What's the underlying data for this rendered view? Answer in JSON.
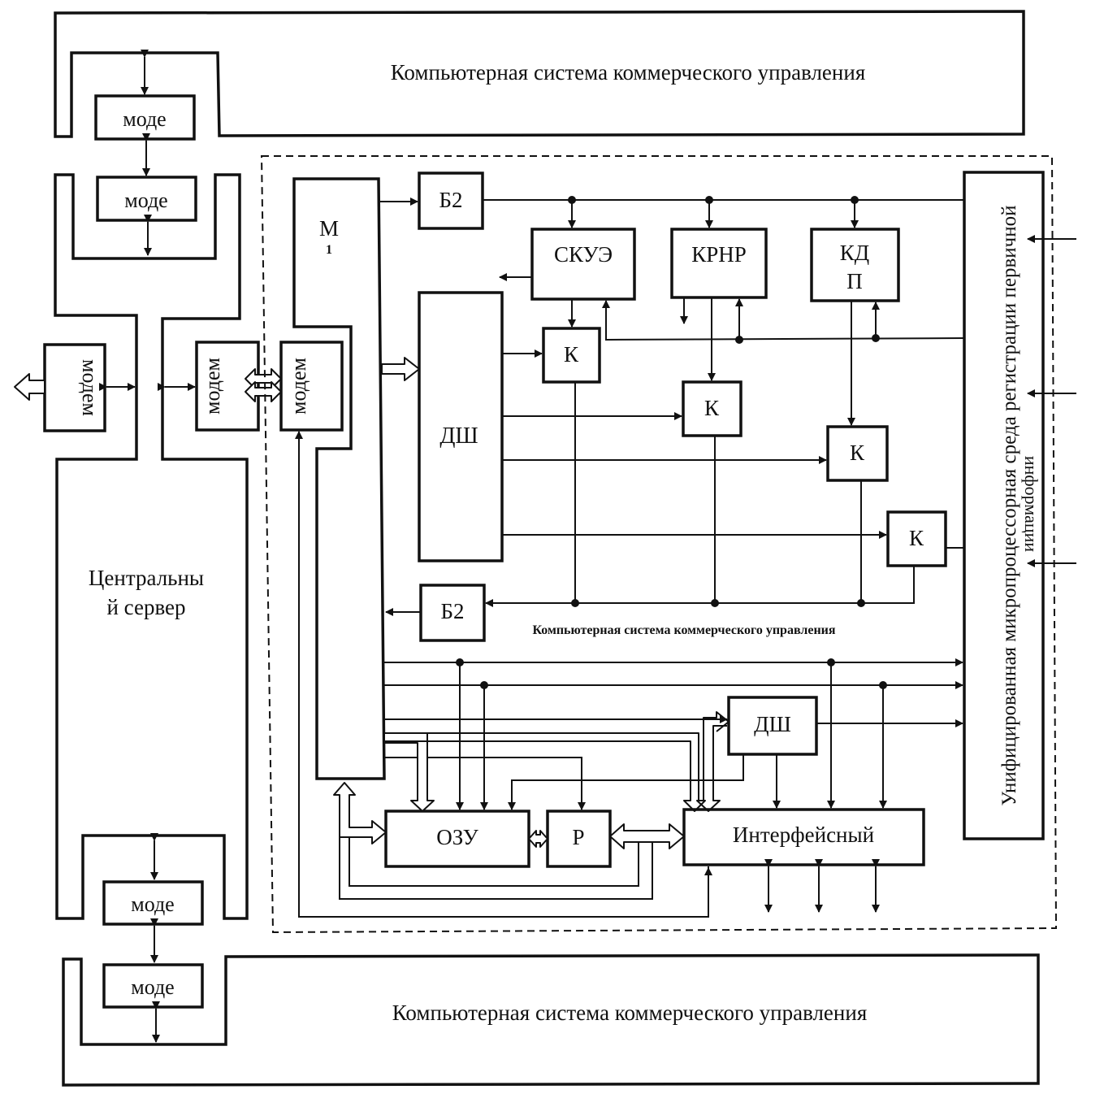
{
  "labels": {
    "top_system": "Компьютерная система коммерческого управления",
    "bottom_system": "Компьютерная система коммерческого управления",
    "inner_system": "Компьютерная система коммерческого управления",
    "central_server_line1": "Центральны",
    "central_server_line2": "й сервер",
    "modem_top_1": "моде",
    "modem_top_2": "моде",
    "modem_bottom_1": "моде",
    "modem_bottom_2": "моде",
    "modem_left": "модем",
    "modem_center": "модем",
    "modem_inner": "модем",
    "bus_m_line1": "М",
    "bus_m_line2": "1",
    "b2_top": "Б2",
    "b2_bottom": "Б2",
    "skue": "СКУЭ",
    "krnr": "КРНР",
    "kdp_line1": "КД",
    "kdp_line2": "П",
    "dsh_main": "ДШ",
    "dsh_small": "ДШ",
    "k1": "К",
    "k2": "К",
    "k3": "К",
    "k4": "К",
    "ozu": "ОЗУ",
    "r": "Р",
    "interface": "Интерфейсный",
    "unified_line1": "Унифицированная микропроцессорная среда регистрации первичной",
    "unified_line2": "информации"
  }
}
